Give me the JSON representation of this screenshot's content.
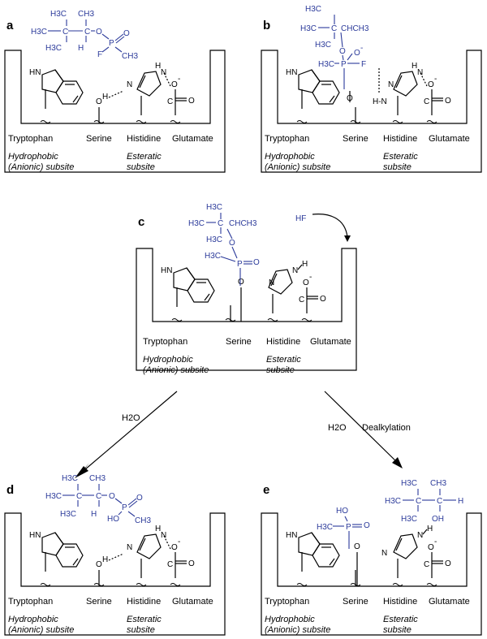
{
  "labels": {
    "tryptophan": "Tryptophan",
    "serine": "Serine",
    "histidine": "Histidine",
    "glutamate": "Glutamate",
    "hydrophobic": "Hydrophobic",
    "anionic_subsite": "(Anionic) subsite",
    "esteratic": "Esteratic",
    "subsite": "subsite"
  },
  "atoms": {
    "nh": "HN",
    "n": "N",
    "h": "H",
    "o": "O",
    "o_minus": "O",
    "minus": "-",
    "p": "P",
    "f": "F",
    "hn": "H-N"
  },
  "ligand": {
    "h3c": "H3C",
    "ch3": "CH3",
    "chch3": "CHCH3",
    "hf": "HF",
    "ho": "HO",
    "oh": "OH",
    "c": "C",
    "h": "H",
    "o": "O",
    "p": "P",
    "f": "F"
  },
  "panels": [
    {
      "letter": "a"
    },
    {
      "letter": "b"
    },
    {
      "letter": "c"
    },
    {
      "letter": "d"
    },
    {
      "letter": "e"
    }
  ],
  "arrows": {
    "left": "H2O",
    "right_water": "H2O",
    "right_label": "Dealkylation"
  }
}
